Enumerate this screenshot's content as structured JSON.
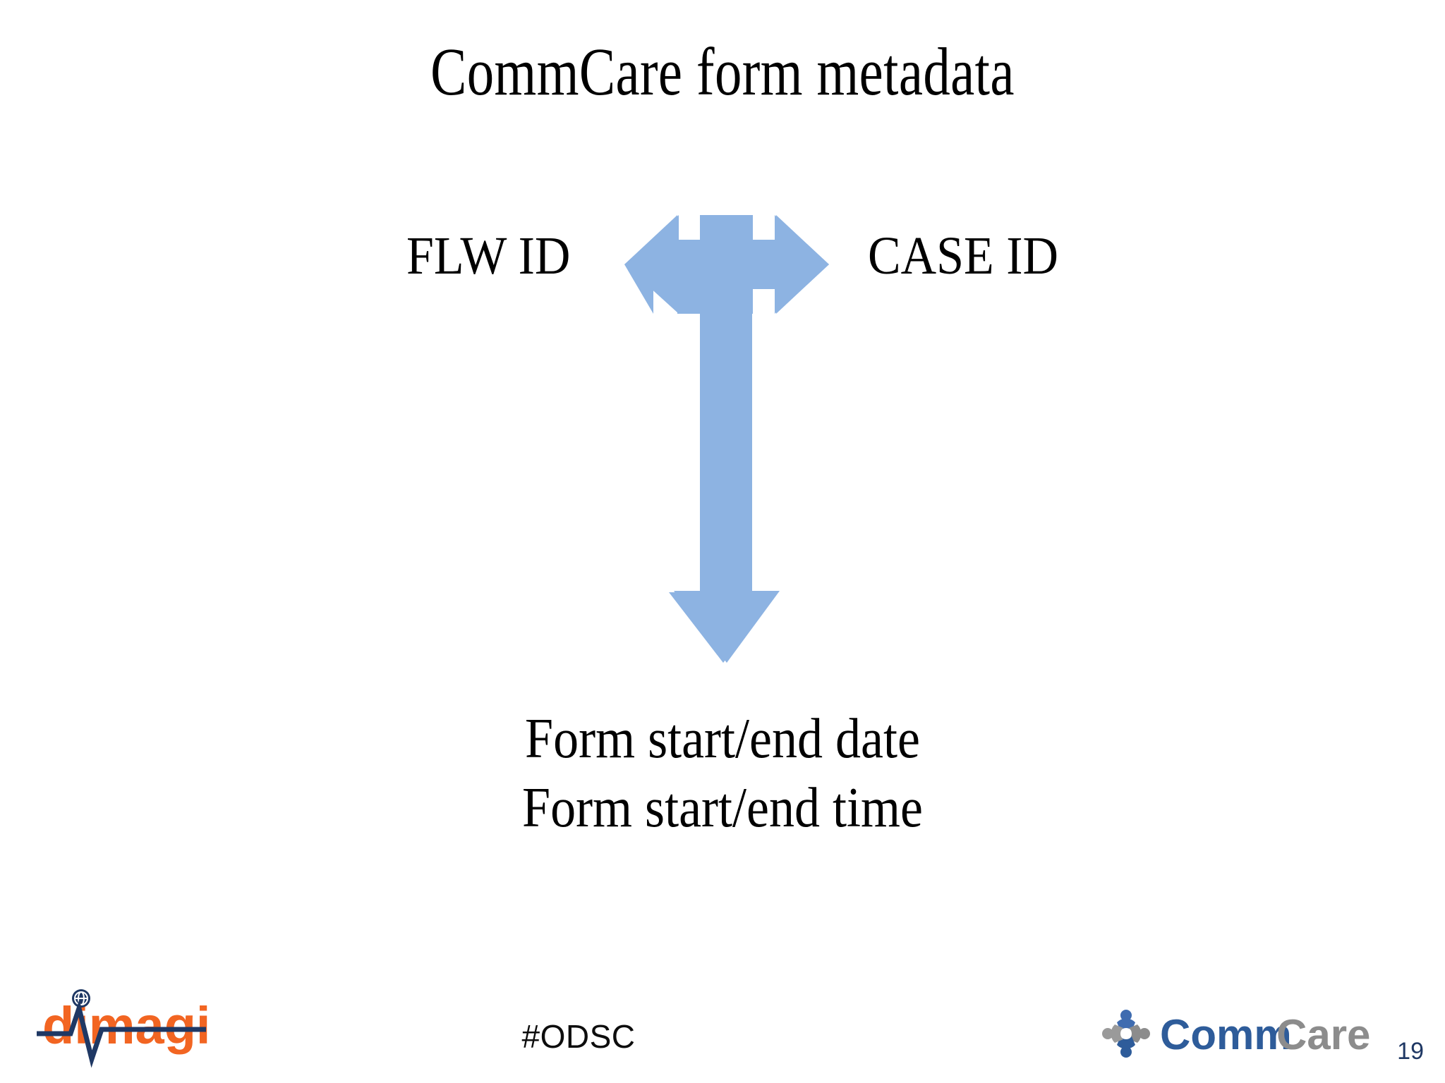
{
  "slide": {
    "title": "CommCare form metadata",
    "page_number": "19",
    "background_color": "#FFFFFF"
  },
  "diagram": {
    "left_label": "FLW ID",
    "right_label": "CASE ID",
    "arrow_color": "#8DB3E2",
    "arrow_name": "bidirectional-horizontal-and-down-arrow",
    "body_lines": [
      "Form start/end date",
      "Form start/end time"
    ]
  },
  "footer": {
    "hashtag": "#ODSC",
    "dimagi_logo": {
      "wordmark": "dimagi",
      "text_color": "#F26522",
      "accent_color": "#1F3864",
      "icons": [
        "globe-icon",
        "heartbeat-line-icon"
      ]
    },
    "commcare_logo": {
      "word_primary": "Comm",
      "word_secondary": "Care",
      "primary_color": "#2E5C9A",
      "secondary_color": "#8C8C8C",
      "icon": "pinwheel-people-icon"
    }
  }
}
